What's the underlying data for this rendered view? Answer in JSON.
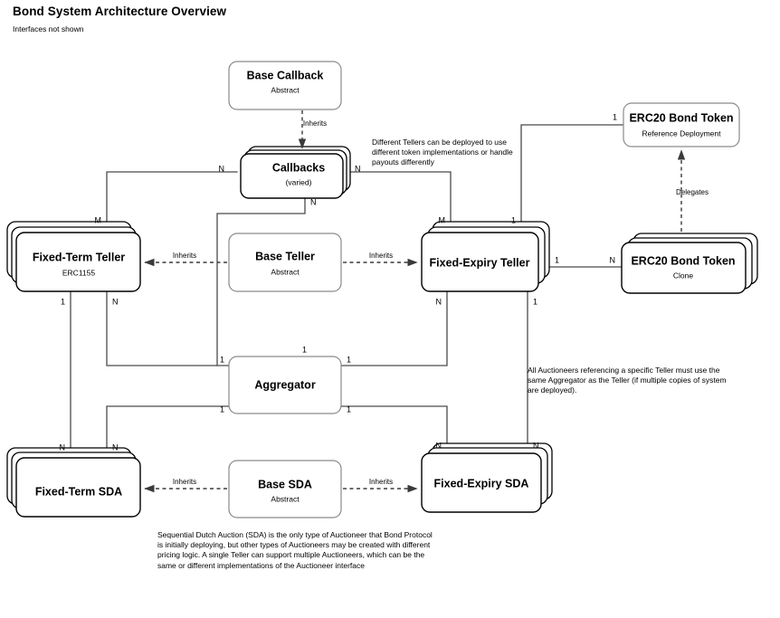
{
  "header": {
    "title": "Bond System Architecture Overview",
    "subtitle": "Interfaces not shown"
  },
  "nodes": {
    "base_callback": {
      "title": "Base Callback",
      "subtitle": "Abstract"
    },
    "callbacks": {
      "title": "Callbacks",
      "subtitle": "(varied)"
    },
    "erc20_reference": {
      "title": "ERC20 Bond Token",
      "subtitle": "Reference Deployment"
    },
    "erc20_clone": {
      "title": "ERC20 Bond Token",
      "subtitle": "Clone"
    },
    "fixed_term_teller": {
      "title": "Fixed-Term Teller",
      "subtitle": "ERC1155"
    },
    "base_teller": {
      "title": "Base Teller",
      "subtitle": "Abstract"
    },
    "fixed_expiry_teller": {
      "title": "Fixed-Expiry Teller",
      "subtitle": ""
    },
    "aggregator": {
      "title": "Aggregator",
      "subtitle": ""
    },
    "fixed_term_sda": {
      "title": "Fixed-Term SDA",
      "subtitle": ""
    },
    "base_sda": {
      "title": "Base SDA",
      "subtitle": "Abstract"
    },
    "fixed_expiry_sda": {
      "title": "Fixed-Expiry SDA",
      "subtitle": ""
    }
  },
  "edge_labels": {
    "inherits_callbacks": "Inherits",
    "inherits_fixed_term_teller": "Inherits",
    "inherits_fixed_expiry_teller": "Inherits",
    "inherits_fixed_term_sda": "Inherits",
    "inherits_fixed_expiry_sda": "Inherits",
    "delegates": "Delegates"
  },
  "multiplicities": {
    "callbacks_left": "N",
    "callbacks_right": "N",
    "callbacks_bottom": "N",
    "fixed_term_teller_top": "M",
    "fixed_term_teller_bottom_left": "1",
    "fixed_term_teller_bottom_right": "N",
    "fixed_expiry_teller_top_left": "M",
    "fixed_expiry_teller_top_right": "1",
    "fixed_expiry_teller_right": "1",
    "fixed_expiry_teller_bottom_left": "N",
    "fixed_expiry_teller_bottom_right": "1",
    "erc20_reference_left": "1",
    "erc20_clone_left": "N",
    "aggregator_top": "1",
    "aggregator_left_upper": "1",
    "aggregator_left_lower": "1",
    "aggregator_right_upper": "1",
    "aggregator_right_lower": "1",
    "fixed_term_sda_top_left": "N",
    "fixed_term_sda_top_right": "N",
    "fixed_expiry_sda_top_left": "N",
    "fixed_expiry_sda_top_right": "N"
  },
  "notes": {
    "tellers": "Different Tellers can be deployed to use different token implementations or handle payouts differently",
    "auctioneers": "All Auctioneers referencing a specific Teller must use the same Aggregator as the Teller (if multiple copies of system are deployed).",
    "sda": "Sequential Dutch Auction (SDA) is the only type of Auctioneer that Bond Protocol is initially deploying, but other types of Auctioneers may be created with different pricing logic. A single Teller can support multiple Auctioneers, which can be the same or different implementations of the Auctioneer interface"
  },
  "colors": {
    "background": "#ffffff",
    "node_stroke": "#000000",
    "soft_stroke": "#8a8a8a",
    "connector": "#4a4a4a",
    "text": "#000000"
  }
}
